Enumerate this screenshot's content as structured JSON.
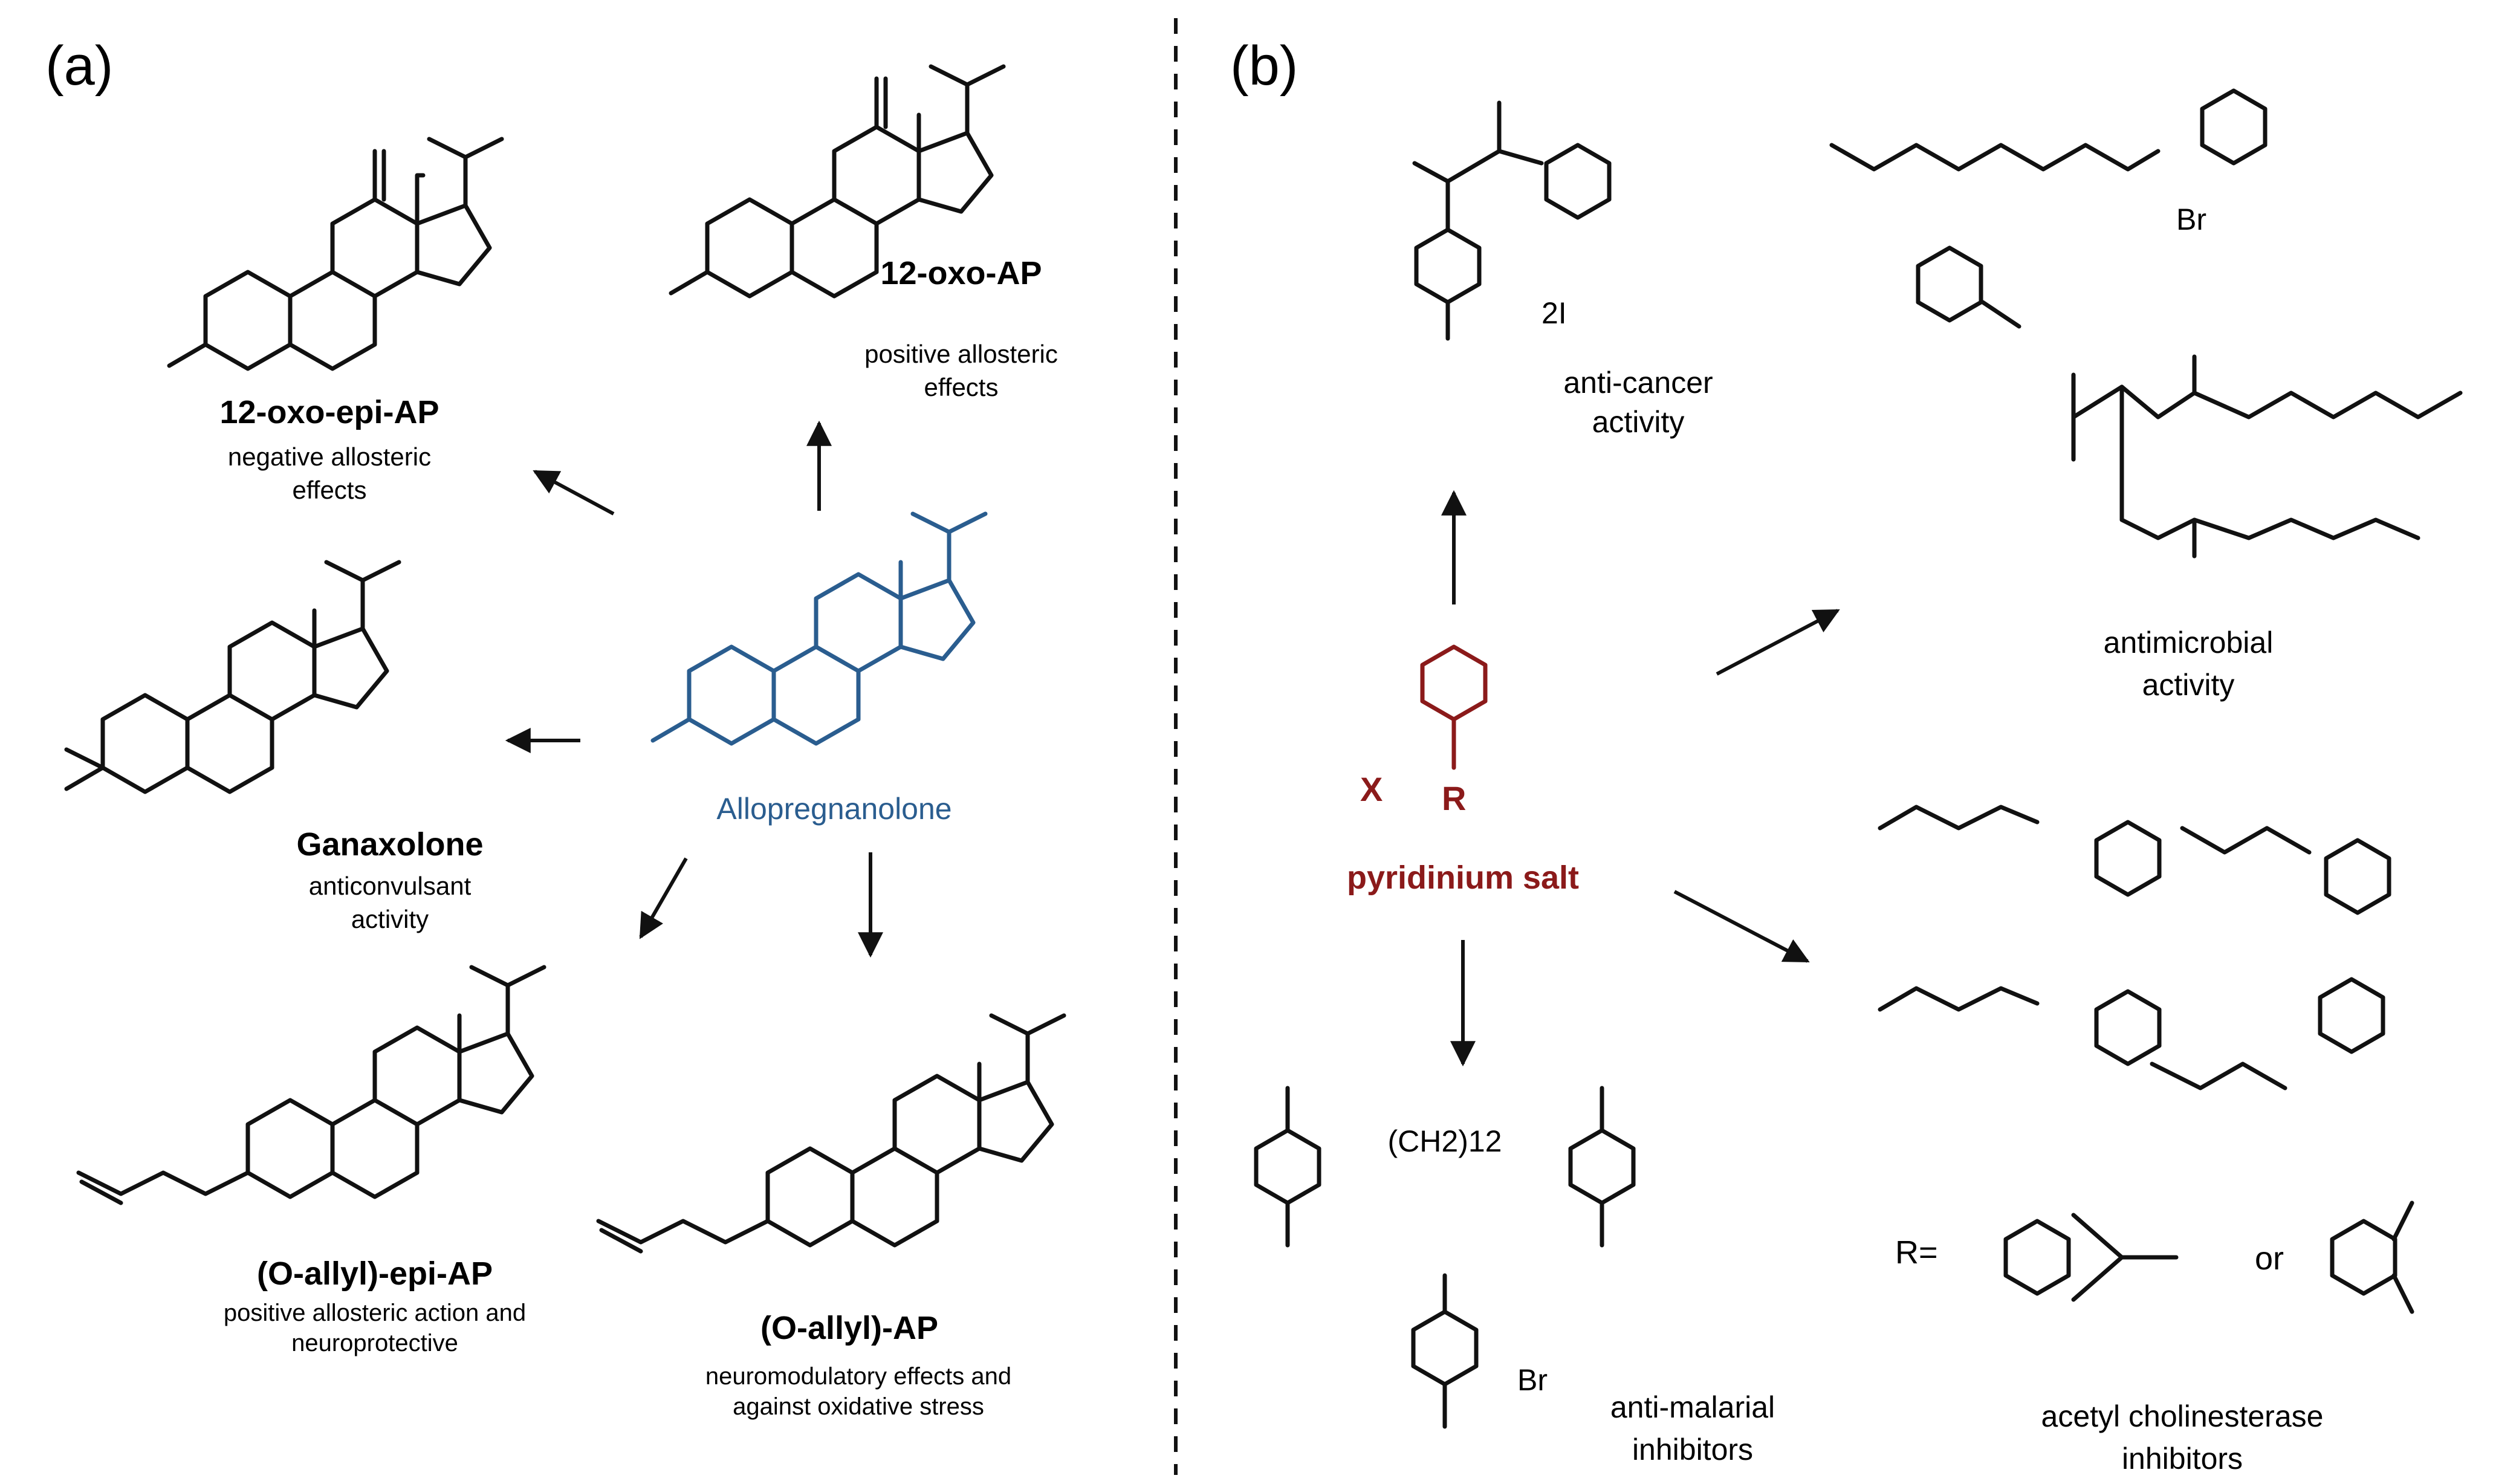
{
  "colors": {
    "allopregnanolone": "#2a5d8f",
    "pyridinium": "#8b1a1a",
    "ink": "#111111"
  },
  "panel_a": {
    "label": "(a)",
    "center": {
      "name": "Allopregnanolone"
    },
    "compounds": {
      "oxo_epi": {
        "name": "12-oxo-epi-AP",
        "desc1": "negative allosteric",
        "desc2": "effects"
      },
      "oxo": {
        "name": "12-oxo-AP",
        "desc1": "positive allosteric",
        "desc2": "effects"
      },
      "ganaxolone": {
        "name": "Ganaxolone",
        "desc1": "anticonvulsant",
        "desc2": "activity"
      },
      "allyl_epi": {
        "name": "(O-allyl)-epi-AP",
        "desc1": "positive allosteric action and",
        "desc2": "neuroprotective"
      },
      "allyl": {
        "name": "(O-allyl)-AP",
        "desc1": "neuromodulatory effects and",
        "desc2": "against oxidative stress"
      }
    }
  },
  "panel_b": {
    "label": "(b)",
    "center": {
      "name": "pyridinium salt",
      "anion": "X",
      "substituent": "R"
    },
    "anticancer": {
      "desc1": "anti-cancer",
      "desc2": "activity",
      "counterion": "2I"
    },
    "antimicrobial": {
      "desc1": "antimicrobial",
      "desc2": "activity",
      "counterion": "Br"
    },
    "antimalarial": {
      "desc1": "anti-malarial",
      "desc2": "inhibitors",
      "linker": "(CH2)12",
      "counterion": "Br"
    },
    "ache": {
      "desc1": "acetyl cholinesterase",
      "desc2": "inhibitors",
      "r_label": "R=",
      "or": "or"
    }
  }
}
